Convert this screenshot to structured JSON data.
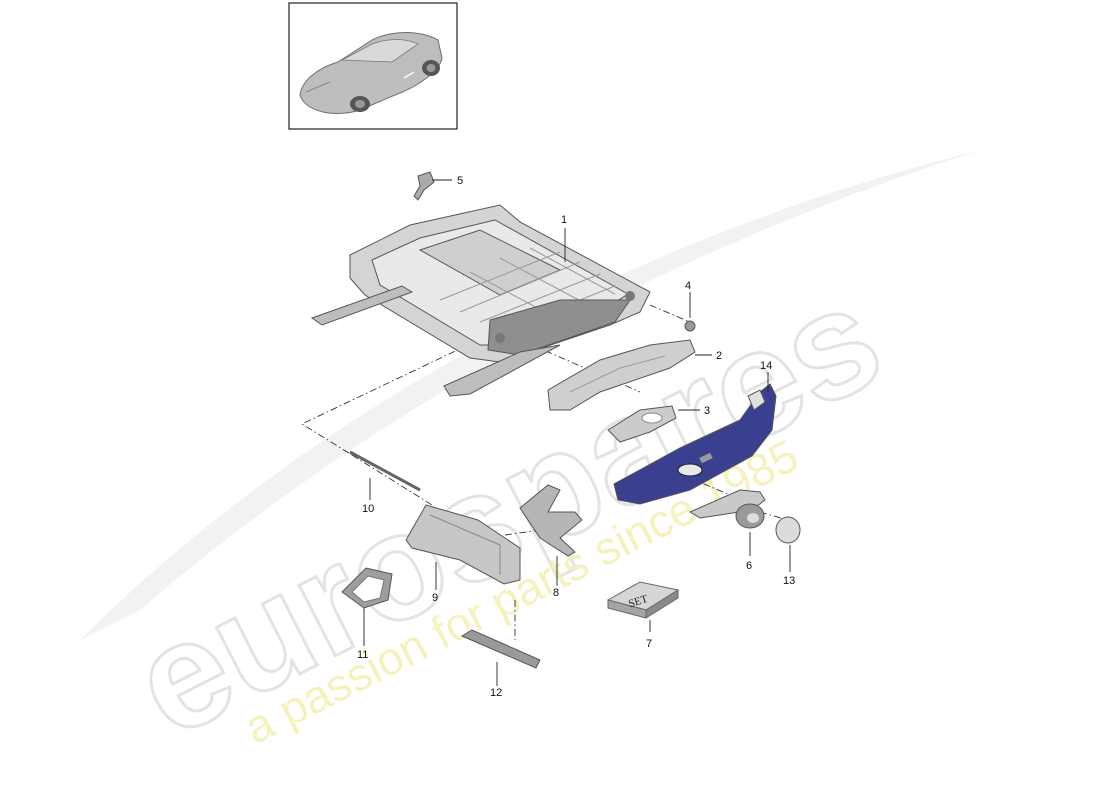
{
  "watermark": {
    "brand": "eurospares",
    "tagline": "a passion for parts since 1985"
  },
  "set_box_label": "SET",
  "callouts": [
    {
      "id": "1",
      "label": "1"
    },
    {
      "id": "2",
      "label": "2"
    },
    {
      "id": "3",
      "label": "3"
    },
    {
      "id": "4",
      "label": "4"
    },
    {
      "id": "5",
      "label": "5"
    },
    {
      "id": "6",
      "label": "6"
    },
    {
      "id": "7",
      "label": "7"
    },
    {
      "id": "8",
      "label": "8"
    },
    {
      "id": "9",
      "label": "9"
    },
    {
      "id": "10",
      "label": "10"
    },
    {
      "id": "11",
      "label": "11"
    },
    {
      "id": "12",
      "label": "12"
    },
    {
      "id": "13",
      "label": "13"
    },
    {
      "id": "14",
      "label": "14"
    }
  ],
  "colors": {
    "part_gray": "#c9c9c9",
    "part_dark": "#8a8a8a",
    "trim_blue": "#3a3f8f",
    "watermark_gray": "#e6e6e6",
    "watermark_yellow": "#f3f0b0"
  }
}
